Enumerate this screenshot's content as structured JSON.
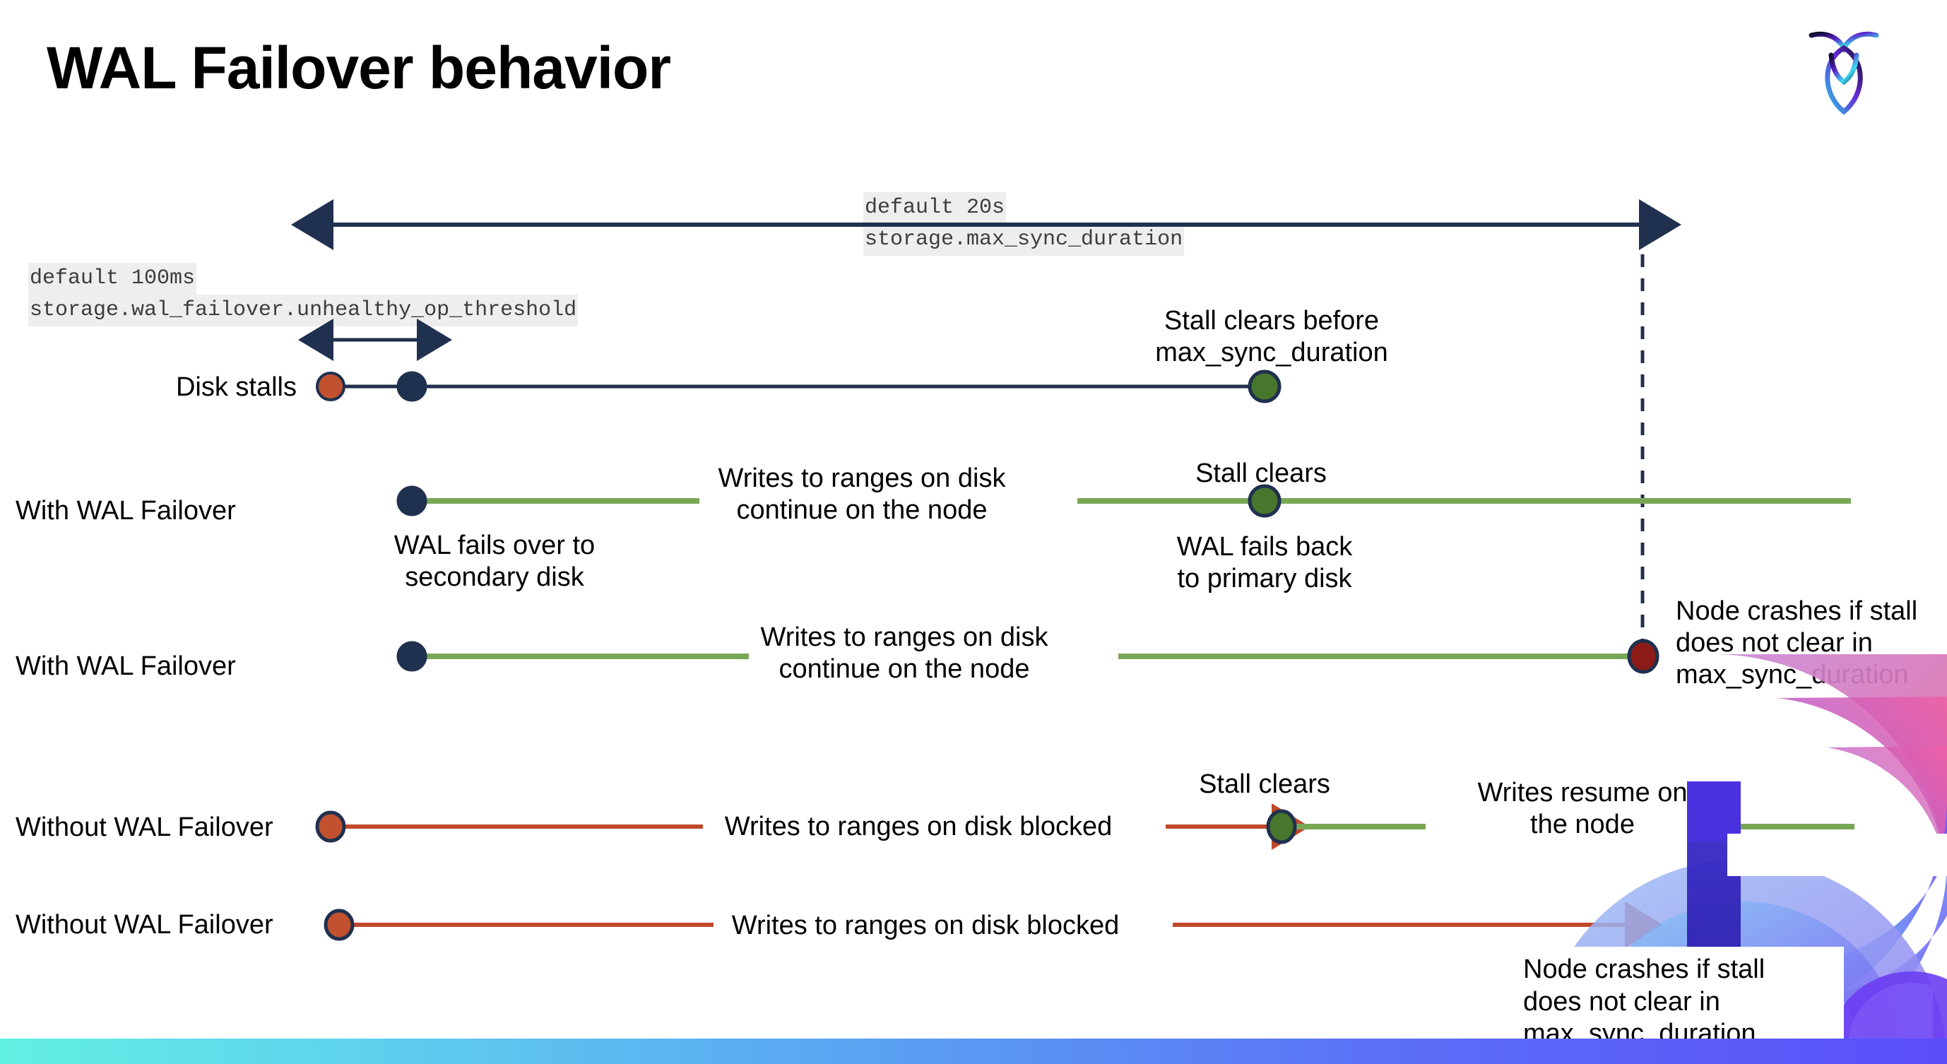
{
  "slide": {
    "title": "WAL Failover behavior",
    "logo_name": "cockroachdb-logo"
  },
  "annotations": {
    "max_sync": {
      "default": "default 20s",
      "setting": "storage.max_sync_duration"
    },
    "unhealthy": {
      "default": "default 100ms",
      "setting": "storage.wal_failover.unhealthy_op_threshold"
    }
  },
  "rows": [
    {
      "label": "Disk stalls",
      "notes": [
        "Stall clears before\nmax_sync_duration"
      ]
    },
    {
      "label": "With WAL Failover",
      "notes": [
        "Writes to ranges on disk\ncontinue on the node",
        "Stall clears",
        "WAL fails over to\nsecondary disk",
        "WAL fails  back\nto primary disk"
      ]
    },
    {
      "label": "With WAL Failover",
      "notes": [
        "Writes to ranges on disk\ncontinue on the node",
        "Node crashes if stall\ndoes not clear in\nmax_sync_duration"
      ]
    },
    {
      "label": "Without WAL Failover",
      "notes": [
        "Writes to ranges on disk  blocked",
        "Stall clears",
        "Writes resume on\nthe node"
      ]
    },
    {
      "label": "Without WAL Failover",
      "notes": [
        "Writes to ranges on disk  blocked",
        "Node crashes if stall\ndoes not clear in\nmax_sync_duration"
      ]
    }
  ],
  "colors": {
    "navy": "#20304f",
    "orange_dot": "#c2512f",
    "green_dot": "#47762c",
    "red_dot": "#8c1b17",
    "green_line": "#7aa757",
    "orange_line": "#c0492b",
    "chip_bg": "#eeeeee",
    "bar_gradient_start": "#62f0e2",
    "bar_gradient_end": "#5b4ef9"
  },
  "markers": {
    "disk_stall_start": "stall-begins",
    "disk_stall_detected": "failover-threshold-reached",
    "disk_stall_clears": "stall-clears",
    "node_crash": "node-crashes"
  }
}
